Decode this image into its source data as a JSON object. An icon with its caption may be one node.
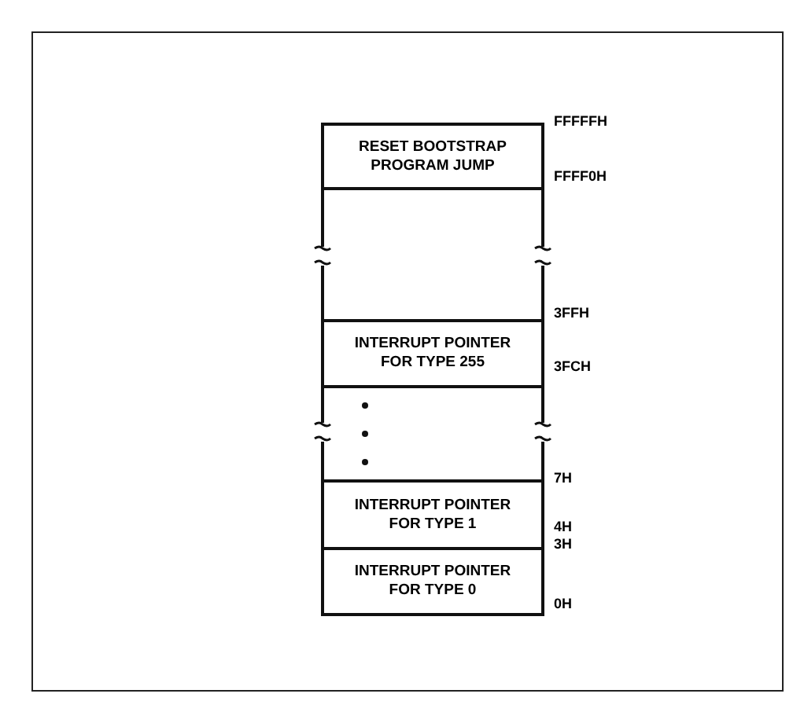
{
  "diagram": {
    "nodes": [
      {
        "text": [
          "RESET BOOTSTRAP PROGRAM JUMP"
        ]
      },
      {
        "text": [],
        "shape": "box"
      },
      {
        "text": [
          "INTERRUPT POINTER FOR TYPE 255"
        ]
      },
      {
        "text": [],
        "shape": "box"
      },
      {
        "text": [
          "INTERRUPT POINTER FOR TYPE 1"
        ]
      },
      {
        "text": [
          "INTERRUPT POINTER FOR TYPE 0"
        ]
      }
    ],
    "edges": [],
    "labels": [
      "FFFFFH",
      "FFFF0H",
      "3FFH",
      "3FCH",
      "7H",
      "4H",
      "3H",
      "0H"
    ]
  }
}
